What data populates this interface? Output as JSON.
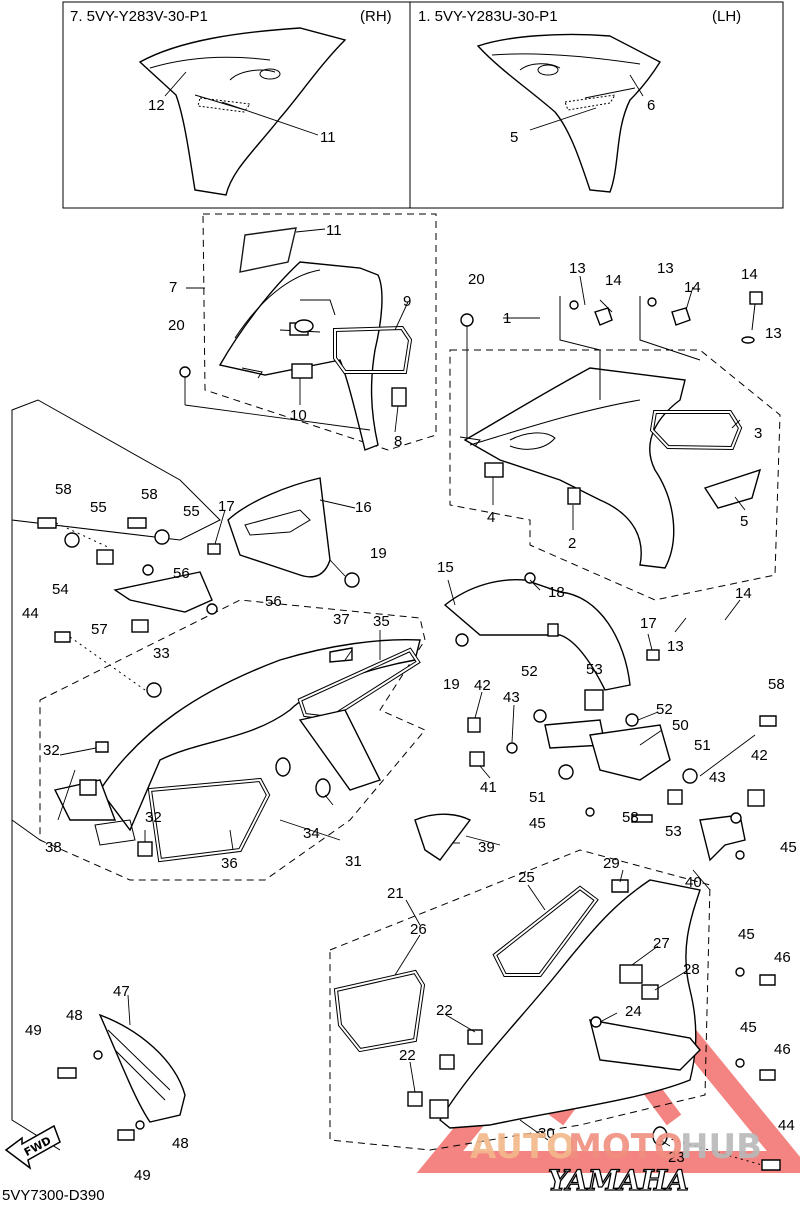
{
  "inset": {
    "rh": {
      "part_no": "7. 5VY-Y283V-30-P1",
      "side": "(RH)"
    },
    "lh": {
      "part_no": "1. 5VY-Y283U-30-P1",
      "side": "(LH)"
    }
  },
  "diagram_code": "5VY7300-D390",
  "fwd_label": "FWD",
  "yamaha_label": "YAMAHA",
  "watermark": {
    "auto": "AUTO",
    "moto": "MOTO",
    "hub": "HUB",
    "colors": {
      "auto": "#f3b78a",
      "moto": "#f08f7f",
      "hub": "#b9b9b9",
      "triangle": "#ef5b57"
    }
  },
  "callouts": [
    "12",
    "11",
    "5",
    "6",
    "11",
    "7",
    "20",
    "9",
    "10",
    "8",
    "20",
    "1",
    "13",
    "14",
    "13",
    "14",
    "14",
    "13",
    "3",
    "4",
    "2",
    "5",
    "58",
    "58",
    "55",
    "55",
    "17",
    "16",
    "54",
    "56",
    "56",
    "19",
    "57",
    "44",
    "33",
    "37",
    "35",
    "15",
    "18",
    "17",
    "13",
    "14",
    "19",
    "52",
    "53",
    "42",
    "43",
    "52",
    "50",
    "58",
    "32",
    "38",
    "32",
    "36",
    "34",
    "31",
    "41",
    "51",
    "51",
    "42",
    "43",
    "45",
    "58",
    "53",
    "39",
    "40",
    "45",
    "29",
    "21",
    "25",
    "26",
    "27",
    "28",
    "45",
    "46",
    "22",
    "24",
    "22",
    "47",
    "48",
    "49",
    "45",
    "46",
    "48",
    "49",
    "30",
    "23",
    "44"
  ]
}
